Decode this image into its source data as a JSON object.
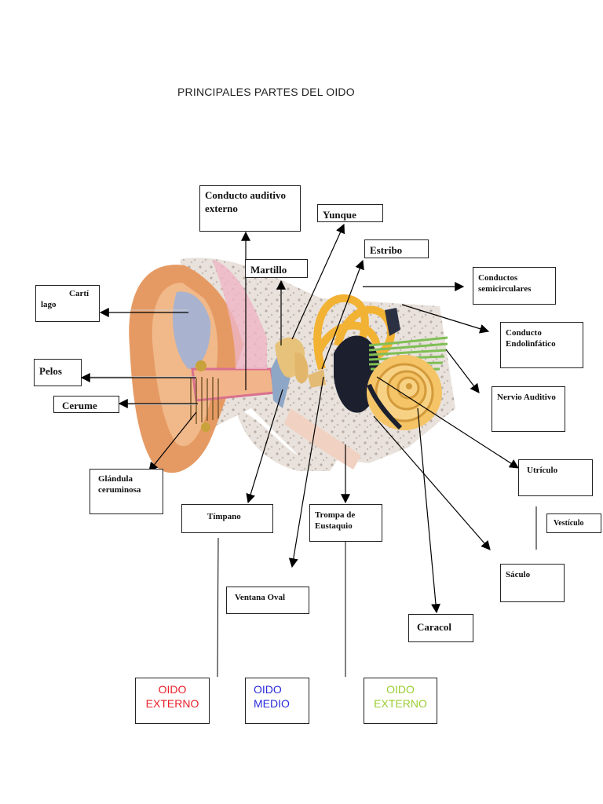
{
  "title": "PRINCIPALES PARTES DEL OIDO",
  "labels": {
    "conducto_auditivo": "Conducto auditivo externo",
    "yunque": "Yunque",
    "estribo": "Estribo",
    "martillo": "Martillo",
    "cartilago_1": "Cartí",
    "cartilago_2": "lago",
    "conductos_semicirculares": "Conductos semicirculares",
    "conducto_endolinfatico": "Conducto Endolinfático",
    "nervio_auditivo": "Nervio Auditivo",
    "pelos": "Pelos",
    "cerume": "Cerume",
    "glandula_ceruminosa": "Glándula ceruminosa",
    "timpano": "Tímpano",
    "trompa_eustaquio": "Trompa de Eustaquio",
    "utriculo": "Utrículo",
    "vesticulo": "Vestículo",
    "saculo": "Sáculo",
    "ventana_oval": "Ventana Oval",
    "caracol": "Caracol"
  },
  "regions": [
    {
      "line1": "OIDO",
      "line2": "EXTERNO",
      "color": "#e8202a"
    },
    {
      "line1": "OIDO",
      "line2": "MEDIO",
      "color": "#2a2ad8"
    },
    {
      "line1": "OIDO",
      "line2": "EXTERNO",
      "color": "#9acd32"
    }
  ]
}
